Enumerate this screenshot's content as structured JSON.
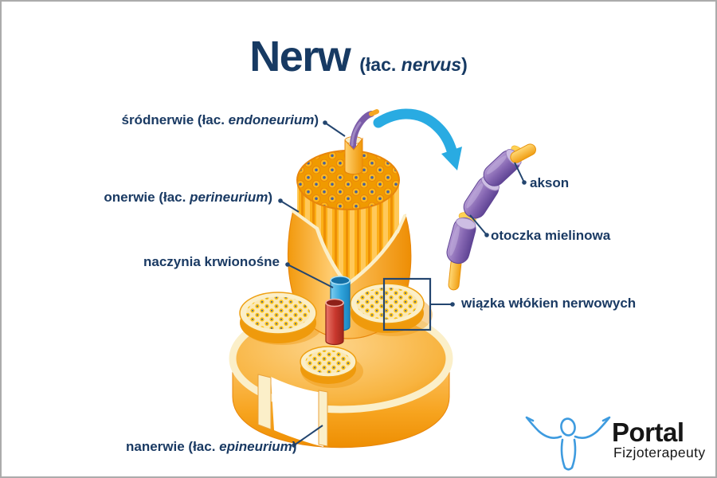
{
  "title": {
    "main": "Nerw",
    "latin_prefix": "(łac. ",
    "latin_italic": "nervus",
    "latin_suffix": ")"
  },
  "labels": {
    "endoneurium": {
      "prefix": "śródnerwie (łac. ",
      "italic": "endoneurium",
      "suffix": ")"
    },
    "perineurium": {
      "prefix": "onerwie (łac. ",
      "italic": "perineurium",
      "suffix": ")"
    },
    "blood_vessels": {
      "text": "naczynia krwionośne"
    },
    "fiber_bundle": {
      "text": "wiązka włókien nerwowych"
    },
    "axon": {
      "text": "akson"
    },
    "myelin_sheath": {
      "text": "otoczka mielinowa"
    },
    "epineurium": {
      "prefix": "nanerwie (łac. ",
      "italic": "epineurium",
      "suffix": ")"
    }
  },
  "logo": {
    "brand": "Portal",
    "subtitle": "Fizjoterapeuty"
  },
  "icons": {
    "magnify_arrow": "curved-arrow-icon",
    "logo_figure": "person-raised-arms-icon"
  },
  "colors": {
    "text_navy": "#1a3a63",
    "pointer_navy": "#23456f",
    "orange": "#f7a600",
    "orange_dark": "#e8860b",
    "cream": "#fbefc9",
    "myelin_purple": "#7b5ca8",
    "myelin_light": "#cdbee3",
    "axon_yellow": "#f9b233",
    "arrow_blue": "#29abe2",
    "vessel_blue": "#2fa3db",
    "vessel_red": "#c8372d",
    "axon_dot_blue": "#44619f",
    "logo_blue": "#3e9bdf",
    "logo_text": "#161616"
  }
}
